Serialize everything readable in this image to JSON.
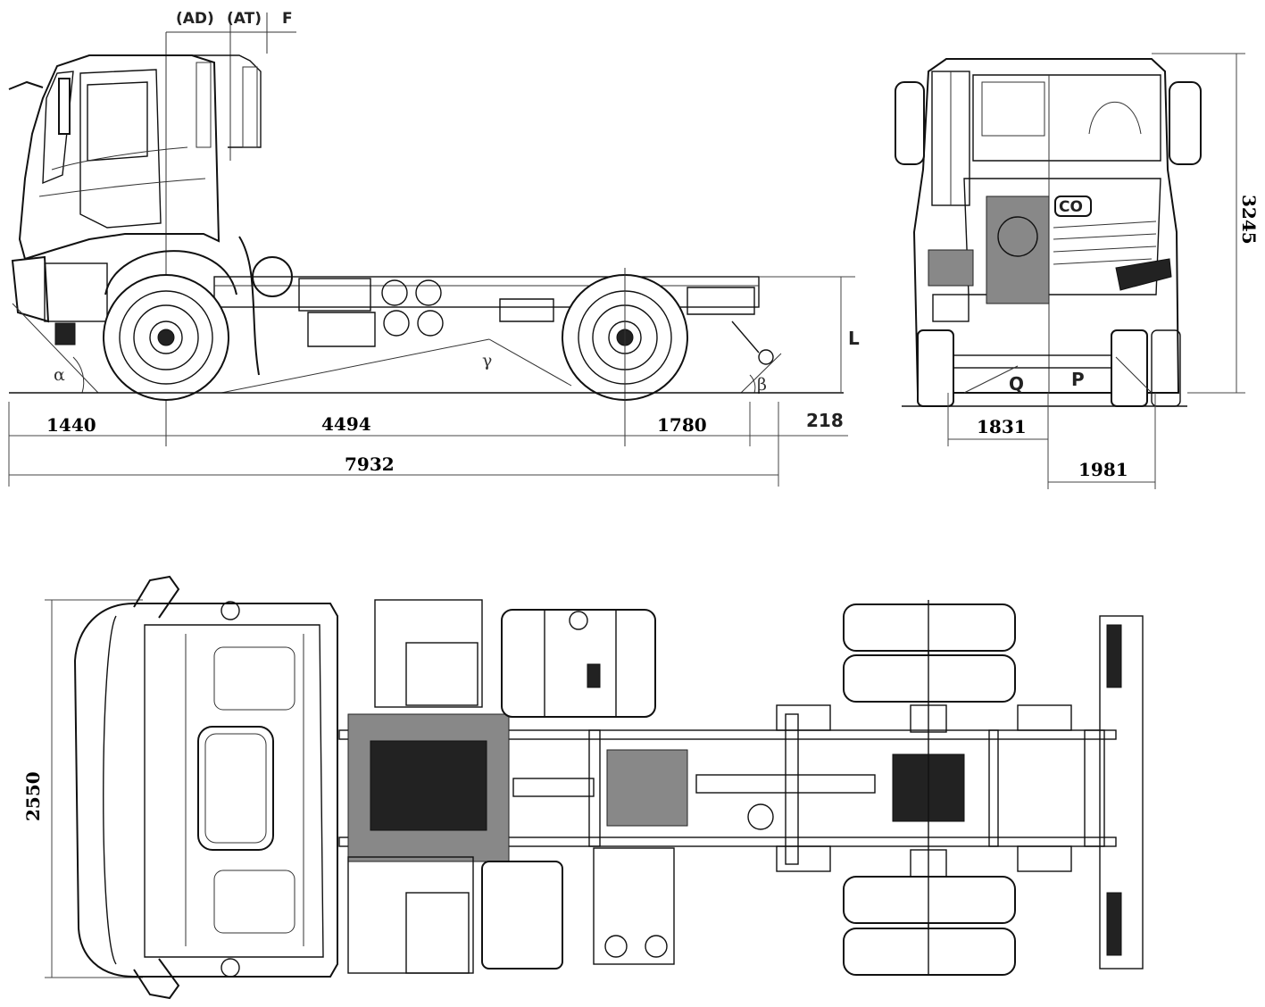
{
  "side_view": {
    "header_labels": [
      "(AD)",
      "(AT)",
      "F"
    ],
    "angles": {
      "approach": "α",
      "ramp": "γ",
      "departure": "β"
    },
    "height_label": "L",
    "dimensions": {
      "front_overhang": "1440",
      "wheelbase": "4494",
      "rear_overhang": "1780",
      "ground_clearance": "218",
      "overall_length": "7932"
    }
  },
  "front_view": {
    "brand_fragment": "CO",
    "labels": {
      "q": "Q",
      "p": "P"
    },
    "dimensions": {
      "overall_height": "3245",
      "front_track": "1831",
      "rear_track": "1981"
    }
  },
  "top_view": {
    "dimensions": {
      "overall_width": "2550"
    }
  }
}
